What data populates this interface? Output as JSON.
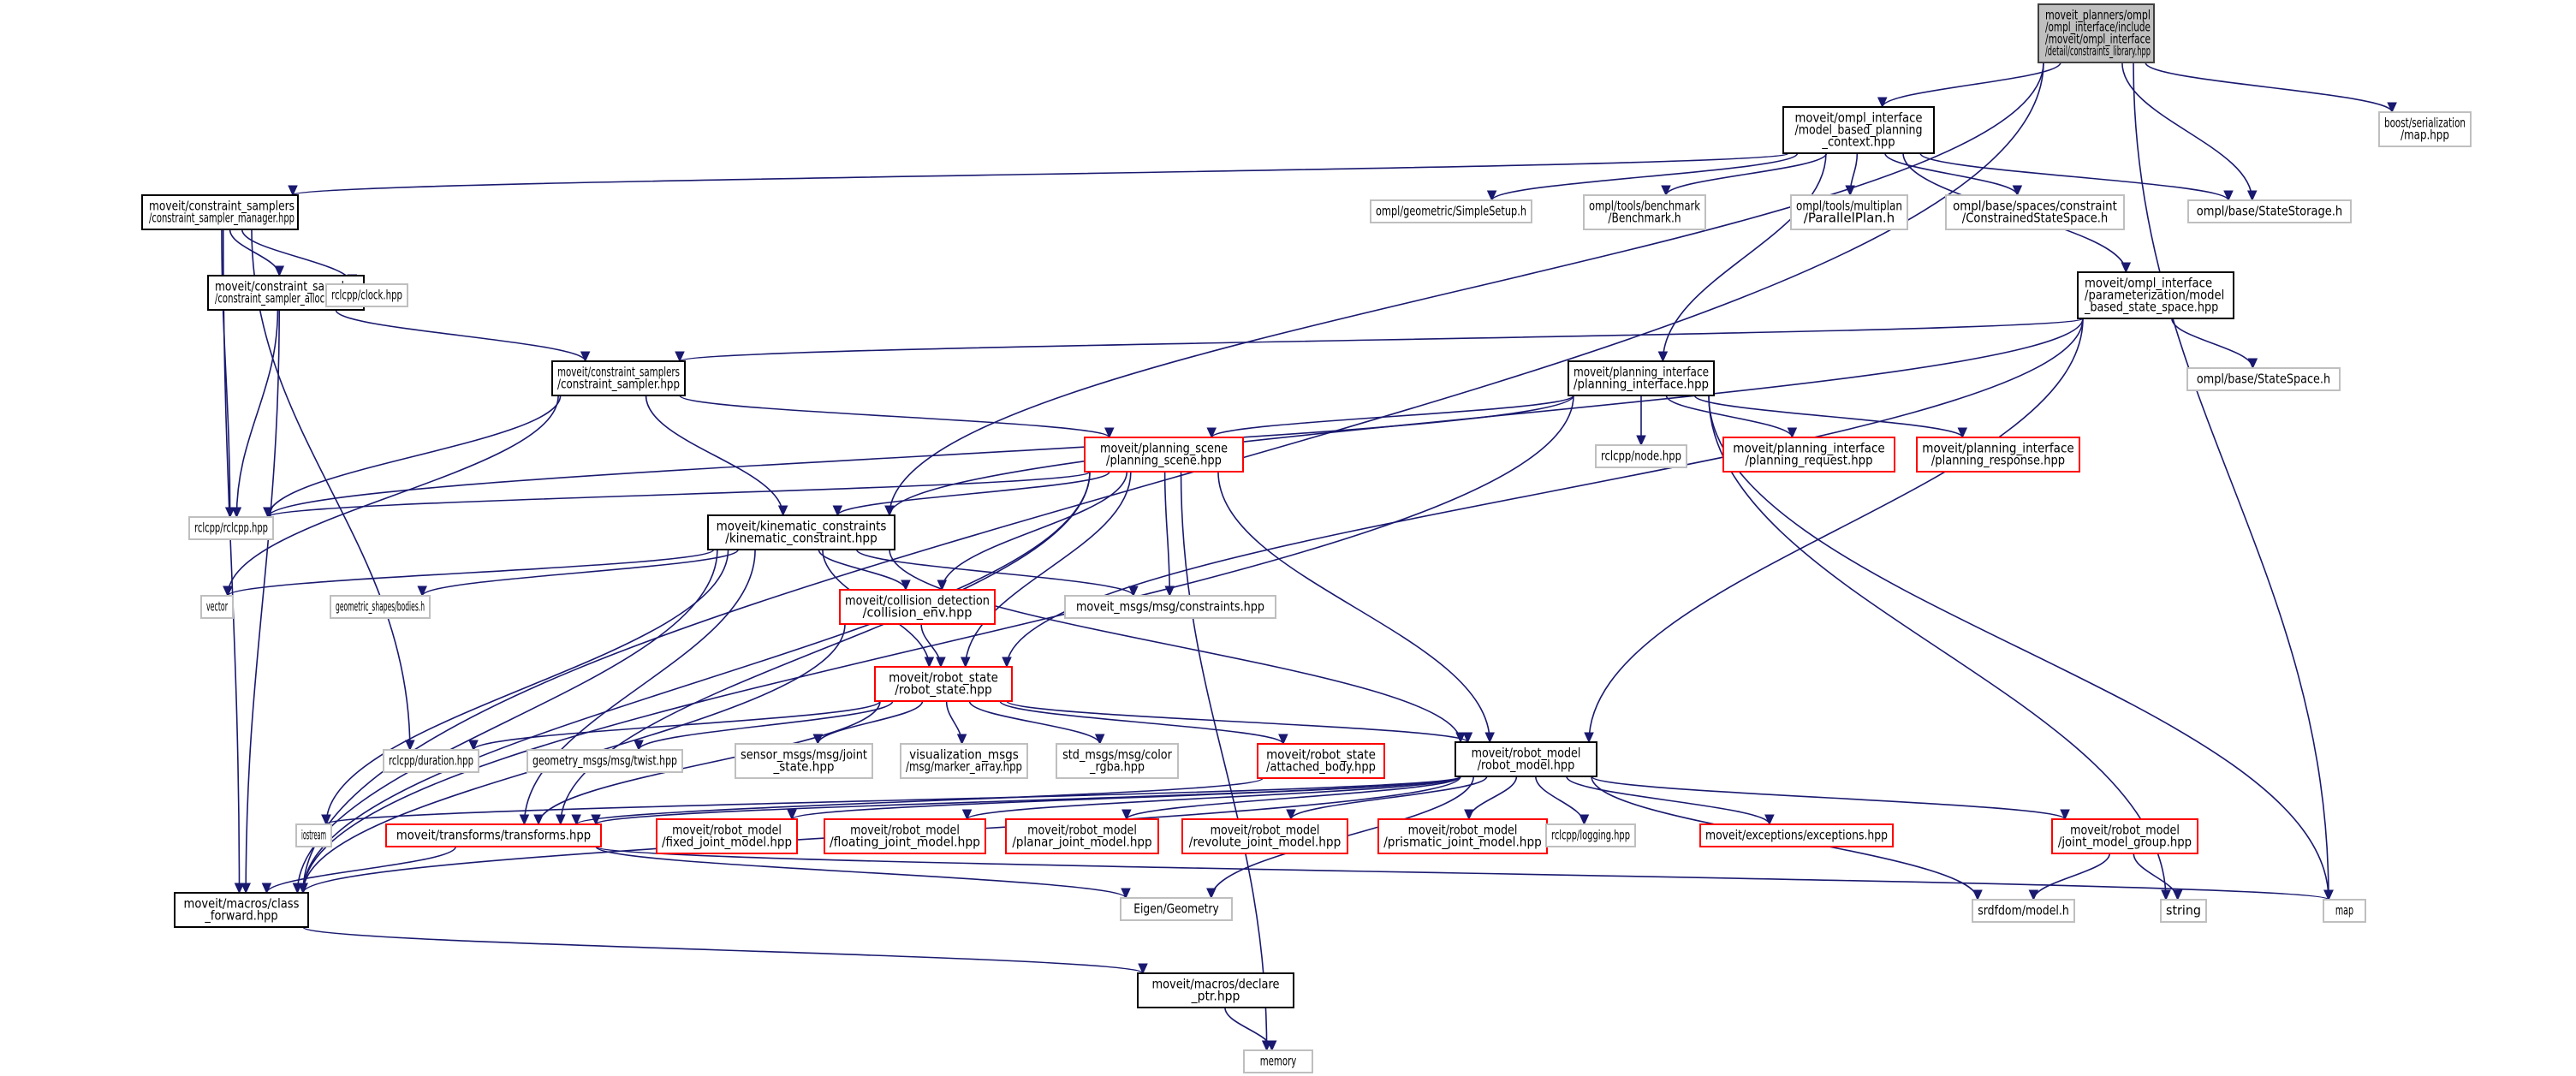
{
  "title": "moveit_planners/ompl/ompl_interface/include/moveit/ompl_interface/detail/constraints_library.hpp include dependency graph",
  "colors": {
    "root_fill": "#bfbfbf",
    "root_border": "#404040",
    "documented_border": "#000000",
    "truncated_border": "#ff0000",
    "external_border": "#bfbfbf",
    "edge": "#191970"
  },
  "nodes": [
    {
      "id": "root",
      "kind": "root",
      "lines": [
        "moveit_planners/ompl",
        "/ompl_interface/include",
        "/moveit/ompl_interface",
        "/detail/constraints_library.hpp"
      ]
    },
    {
      "id": "mbpc",
      "kind": "documented",
      "lines": [
        "moveit/ompl_interface",
        "/model_based_planning",
        "_context.hpp"
      ]
    },
    {
      "id": "boostmap",
      "kind": "external",
      "lines": [
        "boost/serialization",
        "/map.hpp"
      ]
    },
    {
      "id": "csm",
      "kind": "documented",
      "lines": [
        "moveit/constraint_samplers",
        "/constraint_sampler_manager.hpp"
      ]
    },
    {
      "id": "simplesetup",
      "kind": "external",
      "lines": [
        "ompl/geometric/SimpleSetup.h"
      ]
    },
    {
      "id": "benchmark",
      "kind": "external",
      "lines": [
        "ompl/tools/benchmark",
        "/Benchmark.h"
      ]
    },
    {
      "id": "parallelplan",
      "kind": "external",
      "lines": [
        "ompl/tools/multiplan",
        "/ParallelPlan.h"
      ]
    },
    {
      "id": "constrainedss",
      "kind": "external",
      "lines": [
        "ompl/base/spaces/constraint",
        "/ConstrainedStateSpace.h"
      ]
    },
    {
      "id": "statestorage",
      "kind": "external",
      "lines": [
        "ompl/base/StateStorage.h"
      ]
    },
    {
      "id": "csa",
      "kind": "documented",
      "lines": [
        "moveit/constraint_samplers",
        "/constraint_sampler_allocator.hpp"
      ]
    },
    {
      "id": "clock",
      "kind": "external",
      "lines": [
        "rclcpp/clock.hpp"
      ]
    },
    {
      "id": "mbss",
      "kind": "documented",
      "lines": [
        "moveit/ompl_interface",
        "/parameterization/model",
        "_based_state_space.hpp"
      ]
    },
    {
      "id": "statespace",
      "kind": "external",
      "lines": [
        "ompl/base/StateSpace.h"
      ]
    },
    {
      "id": "cs",
      "kind": "documented",
      "lines": [
        "moveit/constraint_samplers",
        "/constraint_sampler.hpp"
      ]
    },
    {
      "id": "pi",
      "kind": "documented",
      "lines": [
        "moveit/planning_interface",
        "/planning_interface.hpp"
      ]
    },
    {
      "id": "ps",
      "kind": "truncated",
      "lines": [
        "moveit/planning_scene",
        "/planning_scene.hpp"
      ]
    },
    {
      "id": "node",
      "kind": "external",
      "lines": [
        "rclcpp/node.hpp"
      ]
    },
    {
      "id": "preq",
      "kind": "truncated",
      "lines": [
        "moveit/planning_interface",
        "/planning_request.hpp"
      ]
    },
    {
      "id": "presp",
      "kind": "truncated",
      "lines": [
        "moveit/planning_interface",
        "/planning_response.hpp"
      ]
    },
    {
      "id": "rclcpp",
      "kind": "external",
      "lines": [
        "rclcpp/rclcpp.hpp"
      ]
    },
    {
      "id": "kc",
      "kind": "documented",
      "lines": [
        "moveit/kinematic_constraints",
        "/kinematic_constraint.hpp"
      ]
    },
    {
      "id": "vector",
      "kind": "external",
      "lines": [
        "vector"
      ]
    },
    {
      "id": "bodies",
      "kind": "external",
      "lines": [
        "geometric_shapes/bodies.h"
      ]
    },
    {
      "id": "collenv",
      "kind": "truncated",
      "lines": [
        "moveit/collision_detection",
        "/collision_env.hpp"
      ]
    },
    {
      "id": "constraints",
      "kind": "external",
      "lines": [
        "moveit_msgs/msg/constraints.hpp"
      ]
    },
    {
      "id": "rs",
      "kind": "truncated",
      "lines": [
        "moveit/robot_state",
        "/robot_state.hpp"
      ]
    },
    {
      "id": "duration",
      "kind": "external",
      "lines": [
        "rclcpp/duration.hpp"
      ]
    },
    {
      "id": "twist",
      "kind": "external",
      "lines": [
        "geometry_msgs/msg/twist.hpp"
      ]
    },
    {
      "id": "jointstate",
      "kind": "external",
      "lines": [
        "sensor_msgs/msg/joint",
        "_state.hpp"
      ]
    },
    {
      "id": "markerarray",
      "kind": "external",
      "lines": [
        "visualization_msgs",
        "/msg/marker_array.hpp"
      ]
    },
    {
      "id": "colorrgba",
      "kind": "external",
      "lines": [
        "std_msgs/msg/color",
        "_rgba.hpp"
      ]
    },
    {
      "id": "attached",
      "kind": "truncated",
      "lines": [
        "moveit/robot_state",
        "/attached_body.hpp"
      ]
    },
    {
      "id": "rm",
      "kind": "documented",
      "lines": [
        "moveit/robot_model",
        "/robot_model.hpp"
      ]
    },
    {
      "id": "iostream",
      "kind": "external",
      "lines": [
        "iostream"
      ]
    },
    {
      "id": "transforms",
      "kind": "truncated",
      "lines": [
        "moveit/transforms/transforms.hpp"
      ]
    },
    {
      "id": "fixed",
      "kind": "truncated",
      "lines": [
        "moveit/robot_model",
        "/fixed_joint_model.hpp"
      ]
    },
    {
      "id": "floating",
      "kind": "truncated",
      "lines": [
        "moveit/robot_model",
        "/floating_joint_model.hpp"
      ]
    },
    {
      "id": "planar",
      "kind": "truncated",
      "lines": [
        "moveit/robot_model",
        "/planar_joint_model.hpp"
      ]
    },
    {
      "id": "revolute",
      "kind": "truncated",
      "lines": [
        "moveit/robot_model",
        "/revolute_joint_model.hpp"
      ]
    },
    {
      "id": "prismatic",
      "kind": "truncated",
      "lines": [
        "moveit/robot_model",
        "/prismatic_joint_model.hpp"
      ]
    },
    {
      "id": "logging",
      "kind": "external",
      "lines": [
        "rclcpp/logging.hpp"
      ]
    },
    {
      "id": "exceptions",
      "kind": "truncated",
      "lines": [
        "moveit/exceptions/exceptions.hpp"
      ]
    },
    {
      "id": "jmg",
      "kind": "truncated",
      "lines": [
        "moveit/robot_model",
        "/joint_model_group.hpp"
      ]
    },
    {
      "id": "classfwd",
      "kind": "documented",
      "lines": [
        "moveit/macros/class",
        "_forward.hpp"
      ]
    },
    {
      "id": "eigen",
      "kind": "external",
      "lines": [
        "Eigen/Geometry"
      ]
    },
    {
      "id": "srdf",
      "kind": "external",
      "lines": [
        "srdfdom/model.h"
      ]
    },
    {
      "id": "string",
      "kind": "external",
      "lines": [
        "string"
      ]
    },
    {
      "id": "map",
      "kind": "external",
      "lines": [
        "map"
      ]
    },
    {
      "id": "declareptr",
      "kind": "documented",
      "lines": [
        "moveit/macros/declare",
        "_ptr.hpp"
      ]
    },
    {
      "id": "memory",
      "kind": "external",
      "lines": [
        "memory"
      ]
    }
  ],
  "edges": [
    [
      "root",
      "mbpc"
    ],
    [
      "root",
      "boostmap"
    ],
    [
      "root",
      "statestorage"
    ],
    [
      "root",
      "map"
    ],
    [
      "root",
      "kc"
    ],
    [
      "root",
      "classfwd"
    ],
    [
      "mbpc",
      "csm"
    ],
    [
      "mbpc",
      "simplesetup"
    ],
    [
      "mbpc",
      "benchmark"
    ],
    [
      "mbpc",
      "parallelplan"
    ],
    [
      "mbpc",
      "constrainedss"
    ],
    [
      "mbpc",
      "statestorage"
    ],
    [
      "mbpc",
      "mbss"
    ],
    [
      "mbpc",
      "pi"
    ],
    [
      "csm",
      "csa"
    ],
    [
      "csm",
      "clock"
    ],
    [
      "csm",
      "rclcpp"
    ],
    [
      "csm",
      "classfwd"
    ],
    [
      "csm",
      "duration"
    ],
    [
      "csa",
      "cs"
    ],
    [
      "csa",
      "rclcpp"
    ],
    [
      "csa",
      "classfwd"
    ],
    [
      "mbss",
      "cs"
    ],
    [
      "mbss",
      "statespace"
    ],
    [
      "mbss",
      "kc"
    ],
    [
      "mbss",
      "rs"
    ],
    [
      "mbss",
      "rm"
    ],
    [
      "cs",
      "ps"
    ],
    [
      "cs",
      "kc"
    ],
    [
      "cs",
      "rclcpp"
    ],
    [
      "cs",
      "vector"
    ],
    [
      "pi",
      "ps"
    ],
    [
      "pi",
      "node"
    ],
    [
      "pi",
      "preq"
    ],
    [
      "pi",
      "presp"
    ],
    [
      "pi",
      "rclcpp"
    ],
    [
      "pi",
      "string"
    ],
    [
      "pi",
      "map"
    ],
    [
      "pi",
      "classfwd"
    ],
    [
      "ps",
      "kc"
    ],
    [
      "ps",
      "collenv"
    ],
    [
      "ps",
      "constraints"
    ],
    [
      "ps",
      "rs"
    ],
    [
      "ps",
      "rm"
    ],
    [
      "ps",
      "rclcpp"
    ],
    [
      "ps",
      "transforms"
    ],
    [
      "ps",
      "memory"
    ],
    [
      "ps",
      "classfwd"
    ],
    [
      "kc",
      "vector"
    ],
    [
      "kc",
      "bodies"
    ],
    [
      "kc",
      "collenv"
    ],
    [
      "kc",
      "constraints"
    ],
    [
      "kc",
      "rs"
    ],
    [
      "kc",
      "rm"
    ],
    [
      "kc",
      "iostream"
    ],
    [
      "kc",
      "transforms"
    ],
    [
      "kc",
      "classfwd"
    ],
    [
      "collenv",
      "rs"
    ],
    [
      "collenv",
      "classfwd"
    ],
    [
      "rs",
      "duration"
    ],
    [
      "rs",
      "twist"
    ],
    [
      "rs",
      "jointstate"
    ],
    [
      "rs",
      "markerarray"
    ],
    [
      "rs",
      "colorrgba"
    ],
    [
      "rs",
      "attached"
    ],
    [
      "rs",
      "rm"
    ],
    [
      "rs",
      "transforms"
    ],
    [
      "attached",
      "transforms"
    ],
    [
      "rm",
      "iostream"
    ],
    [
      "rm",
      "transforms"
    ],
    [
      "rm",
      "fixed"
    ],
    [
      "rm",
      "floating"
    ],
    [
      "rm",
      "planar"
    ],
    [
      "rm",
      "revolute"
    ],
    [
      "rm",
      "prismatic"
    ],
    [
      "rm",
      "logging"
    ],
    [
      "rm",
      "exceptions"
    ],
    [
      "rm",
      "jmg"
    ],
    [
      "rm",
      "srdf"
    ],
    [
      "rm",
      "eigen"
    ],
    [
      "rm",
      "classfwd"
    ],
    [
      "transforms",
      "classfwd"
    ],
    [
      "transforms",
      "eigen"
    ],
    [
      "transforms",
      "map"
    ],
    [
      "jmg",
      "srdf"
    ],
    [
      "jmg",
      "string"
    ],
    [
      "classfwd",
      "declareptr"
    ],
    [
      "declareptr",
      "memory"
    ]
  ]
}
